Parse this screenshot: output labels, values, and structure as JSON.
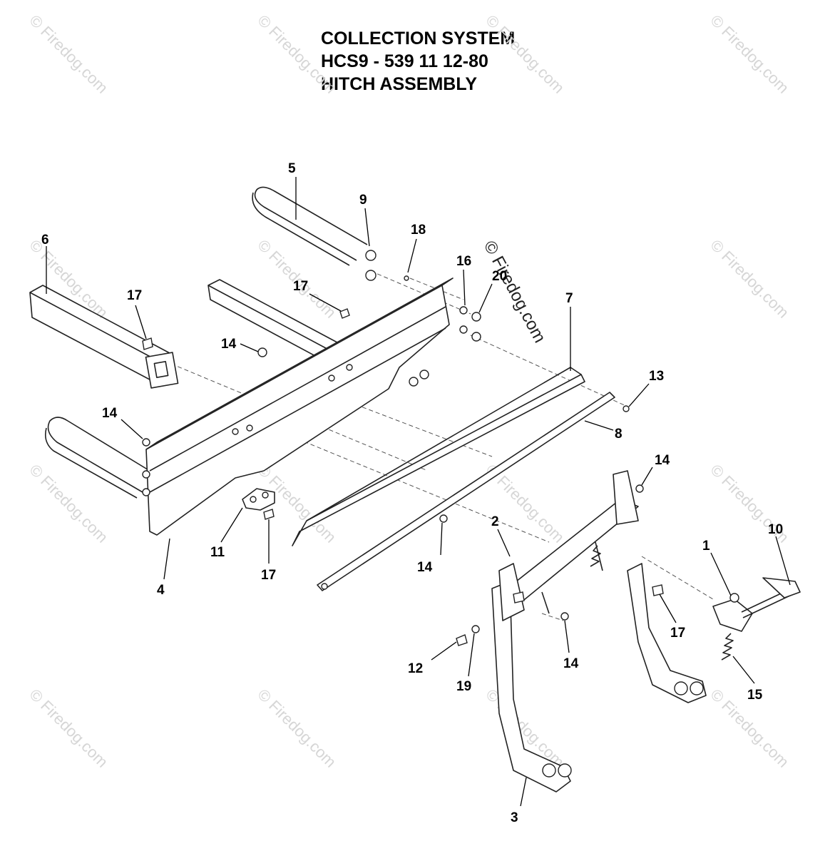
{
  "header": {
    "title_line1": "COLLECTION SYSTEM",
    "title_line2": "HCS9 - 539 11 12-80",
    "title_line3": "HITCH ASSEMBLY"
  },
  "watermark": {
    "small_text": "© Firedog.com",
    "center_text": "© Firedog.com"
  },
  "callouts": {
    "c1": "1",
    "c2": "2",
    "c3": "3",
    "c4": "4",
    "c5": "5",
    "c6": "6",
    "c7": "7",
    "c8": "8",
    "c9": "9",
    "c10": "10",
    "c11": "11",
    "c12": "12",
    "c13": "13",
    "c14a": "14",
    "c14b": "14",
    "c14c": "14",
    "c14d": "14",
    "c14e": "14",
    "c15": "15",
    "c16": "16",
    "c17a": "17",
    "c17b": "17",
    "c17c": "17",
    "c17d": "17",
    "c18": "18",
    "c19": "19",
    "c20": "20"
  }
}
